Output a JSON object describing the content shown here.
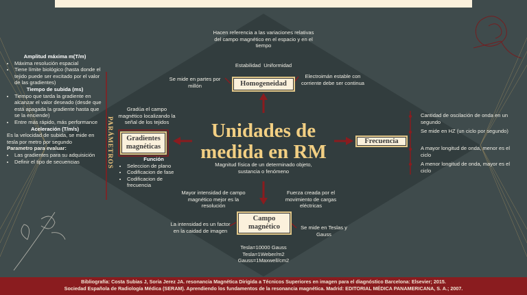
{
  "title": "Unidades de medida en RM",
  "center_subtitle": "Magnitud física de un determinado objeto, sustancia o fenómeno",
  "top_description": "Hacen referencia a las variaciones relativas del campo magnético en el espacio y en el tiempo",
  "homogeneidad": {
    "label": "Homogeneidad",
    "qualities": "Estabilidad  Uniformidad",
    "left_note": "Se mide en partes por millón",
    "right_note": "Electroimán estable con corriente debe ser continua"
  },
  "frecuencia": {
    "label": "Frecuencia",
    "notes": [
      "Cantidad de oscilación de onda en un segundo",
      "Se mide en HZ (un ciclo por segundo)",
      "A mayor longitud de onda, menor es el ciclo",
      "A menor longitud de onda, mayor es el ciclo"
    ]
  },
  "gradientes": {
    "label": "Gradientes magnéticas",
    "top_note": "Gradúa el campo magnético localizando la señal de los tejidos",
    "funcion_heading": "Función",
    "funcion_items": [
      "Seleccion de plano",
      "Codificacion de fase",
      "Codificacion de frecuencia"
    ]
  },
  "campo": {
    "label": "Campo magnético",
    "left_upper": "Mayor intensidad de campo magnético mejor es la resolución",
    "right_upper": "Fuerza creada por el movimiento de cargas eléctricas",
    "left_lower": "La intensidad es un factor en la caidad de imagen",
    "right_lower": "Se mide en Teslas y Gauss",
    "conversions": [
      "Tesla=10000 Gauss",
      "Tesla=1Weber/m2",
      "Gauss=1Maxwell/cm2"
    ]
  },
  "parametros": {
    "vertical_label": "PARÁMETROS",
    "amplitud_heading": "Amplitud máxima m(T/m)",
    "amplitud_items": [
      "Máxima resolución espacial",
      "Tiene límite biológico (hasta donde el tejido puede ser excitado por el valor de las gradientes)"
    ],
    "tiempo_heading": "Tiempo de subida (ms)",
    "tiempo_items": [
      "Tiempo que tarda la gradiente en alcanzar el valor deseado (desde que está apagada la gradiente hasta que se la enciende)",
      "Entre más rápido, más performance"
    ],
    "aceleracion_heading": "Aceleración (T/m/s)",
    "aceleracion_text": "Es la velocidad de subida, se mide en tesla por metro por segundo",
    "evaluar_heading": "Parametro para evaluar:",
    "evaluar_items": [
      "Las gradientes para su adquisición",
      "Definir el tipo de secuencias"
    ]
  },
  "footer": {
    "line1": "Bibliografía: Costa Subias J, Soria Jerez JA. resonancia Magnética Dirigida a Técnicos Superiores en imagen para el diagnóstico Barcelona: Elsevier; 2015.",
    "line2": "Sociedad Española de Radiología Médica (SERAM). Aprendiendo los fundamentos de la resonancia magnética. Madrid: EDITORIAL MÉDICA PANAMERICANA, S. A.; 2007."
  },
  "colors": {
    "background": "#3f4b4c",
    "accent_red": "#8a1c1f",
    "title_gold": "#f2cf83",
    "box_cream": "#fbf1dc"
  }
}
